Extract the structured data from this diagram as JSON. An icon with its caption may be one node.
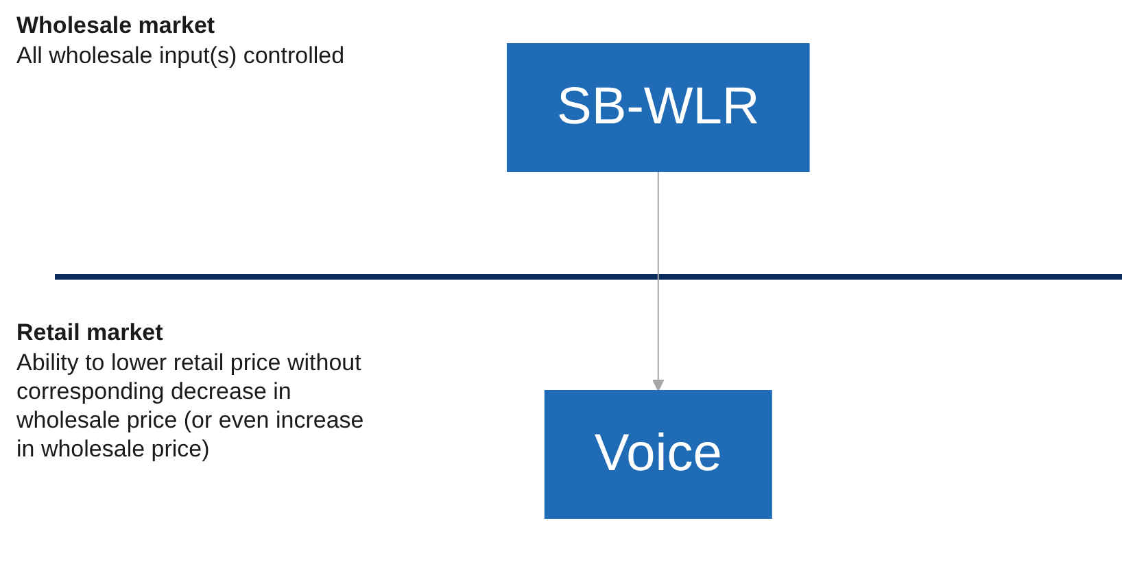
{
  "diagram": {
    "nodes": [
      {
        "text": [
          "SB-WLR"
        ]
      },
      {
        "text": [
          "Voice"
        ]
      }
    ],
    "edges": [
      {
        "from": 0,
        "to": 1,
        "arrow": "to",
        "color": "#a6a6a8"
      }
    ],
    "labels": [
      "Wholesale market",
      "All wholesale input(s) controlled",
      "Retail market",
      "Ability to lower retail price without corresponding decrease in wholesale price (or even increase in wholesale price)"
    ]
  }
}
